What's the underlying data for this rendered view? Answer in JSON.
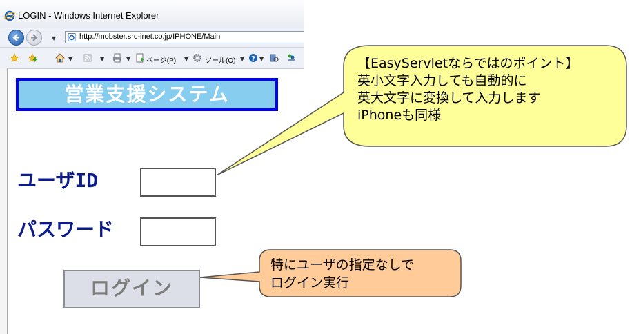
{
  "window": {
    "title": "LOGIN - Windows Internet Explorer"
  },
  "addressbar": {
    "url": "http://mobster.src-inet.co.jp/IPHONE/Main"
  },
  "toolbar": {
    "page_menu": "ページ(P)",
    "tools_menu": "ツール(O)"
  },
  "app": {
    "title": "営業支援システム",
    "user_label": "ユーザID",
    "user_value": "",
    "password_label": "パスワード",
    "password_value": "",
    "login_button": "ログイン"
  },
  "callouts": {
    "point": {
      "lines": [
        "【EasyServletならではのポイント】",
        "英小文字入力しても自動的に",
        "英大文字に変換して入力します",
        "iPhoneも同様"
      ],
      "fill": "#ffff99"
    },
    "login_note": {
      "lines": [
        "特にユーザの指定なしで",
        "ログイン実行"
      ],
      "fill": "#ffcc99"
    }
  },
  "colors": {
    "title_bg": "#87cdf0",
    "title_border": "#0000ff",
    "label_color": "#0b1a8c",
    "button_bg": "#dcdfe7"
  }
}
